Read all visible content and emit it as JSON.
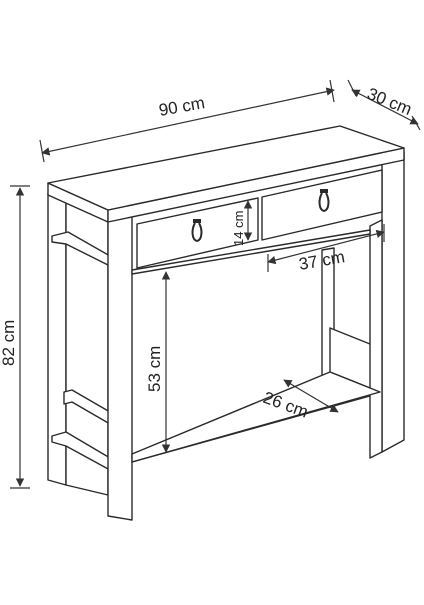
{
  "dimensions": {
    "width": "90 cm",
    "depth": "30 cm",
    "height": "82 cm",
    "drawer_height": "14 cm",
    "drawer_width": "37 cm",
    "leg_clearance": "53 cm",
    "shelf_depth": "26 cm"
  },
  "colors": {
    "line": "#2a2a2a",
    "background": "#ffffff"
  },
  "icons": {
    "drawer_handle": "ring-pull-handle-icon"
  }
}
